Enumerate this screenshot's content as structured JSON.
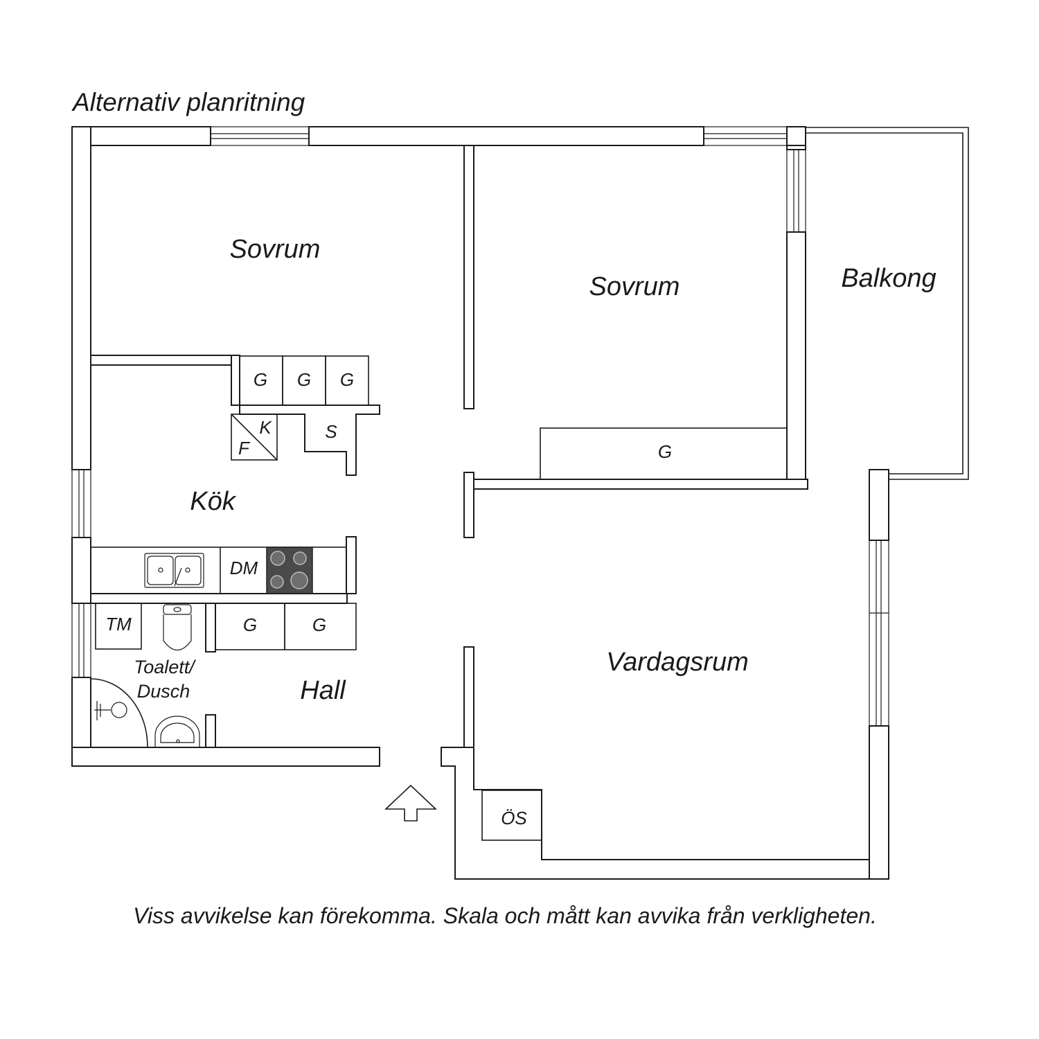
{
  "header": {
    "title": "Alternativ planritning"
  },
  "rooms": {
    "bedroom_1": "Sovrum",
    "bedroom_2": "Sovrum",
    "balcony": "Balkong",
    "kitchen": "Kök",
    "living_room": "Vardagsrum",
    "hall": "Hall",
    "bathroom_line1": "Toalett/",
    "bathroom_line2": "Dusch"
  },
  "fixtures": {
    "wardrobe_bedroom_1a": "G",
    "wardrobe_bedroom_1b": "G",
    "wardrobe_bedroom_1c": "G",
    "wardrobe_bedroom_2": "G",
    "wardrobe_hall_a": "G",
    "wardrobe_hall_b": "G",
    "fridge": "K",
    "freezer": "F",
    "pantry": "S",
    "dishwasher": "DM",
    "washing_machine": "TM",
    "overcoat_closet": "ÖS"
  },
  "footer": {
    "disclaimer": "Viss avvikelse kan förekomma. Skala och mått kan avvika från verkligheten."
  }
}
